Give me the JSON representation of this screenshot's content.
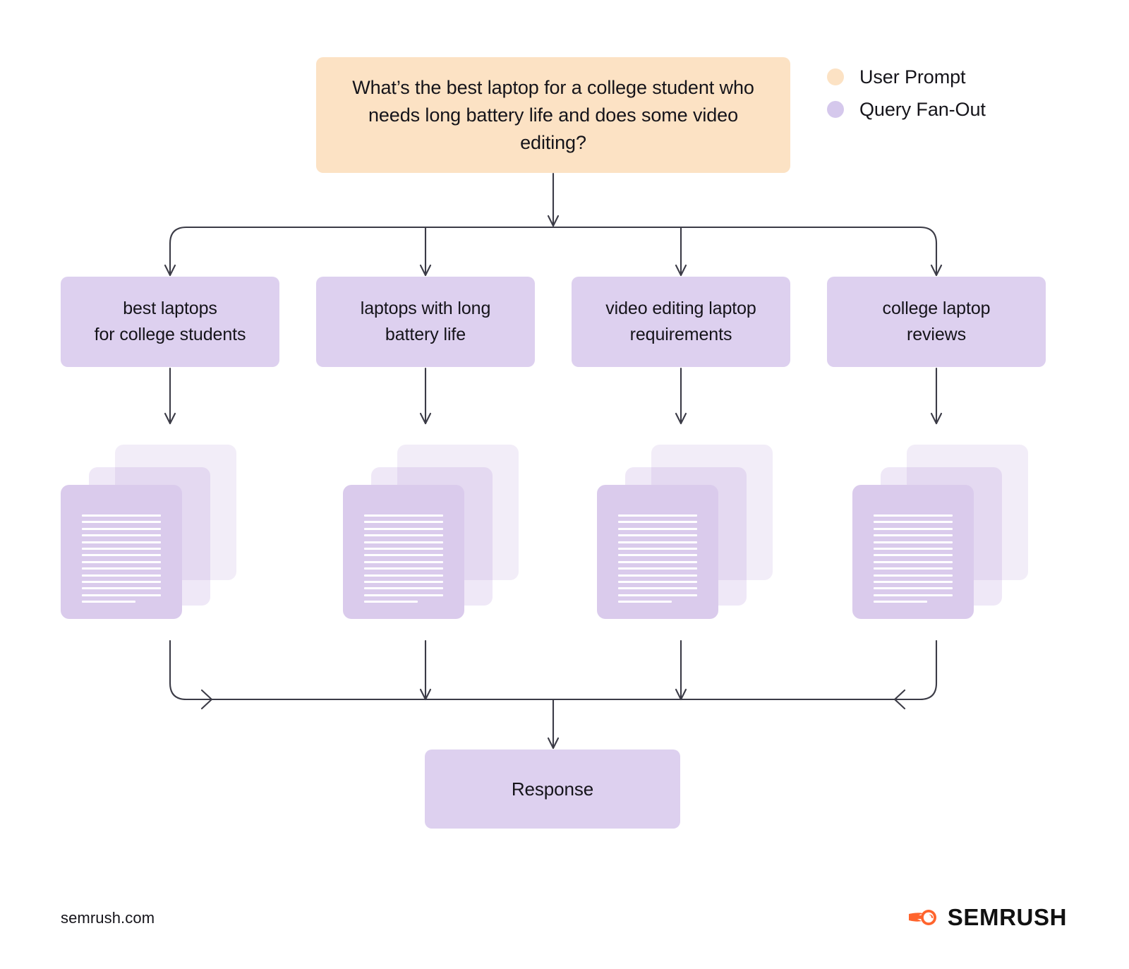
{
  "diagram": {
    "title": "Query Fan-Out diagram",
    "prompt": {
      "label": "user-prompt",
      "text": "What’s the best laptop for a college student who needs long battery life and does some video editing?",
      "color": "#FCE2C4"
    },
    "legend": {
      "items": [
        {
          "label": "User Prompt",
          "color": "#FCE2C4",
          "icon": "legend-dot-peach"
        },
        {
          "label": "Query Fan-Out",
          "color": "#D5C8EC",
          "icon": "legend-dot-purple"
        }
      ]
    },
    "fanout": {
      "color": "#DDD0EF",
      "queries": [
        {
          "line1": "best laptops",
          "line2": "for college students"
        },
        {
          "line1": "laptops with long",
          "line2": "battery life"
        },
        {
          "line1": "video editing laptop",
          "line2": "requirements"
        },
        {
          "line1": "college laptop",
          "line2": "reviews"
        }
      ]
    },
    "documents": {
      "stacks": 4,
      "cards_per_stack": 3,
      "text_lines_per_document": 14,
      "icon": "document-stack-icon",
      "front_color": "#DACBEC"
    },
    "response": {
      "label": "Response",
      "color": "#DDD0EF"
    },
    "connectors": {
      "color": "#3b3b46",
      "fan_out_arrows": 4,
      "merge_arrows": 4
    }
  },
  "footer": {
    "url": "semrush.com",
    "brand": "SEMRUSH",
    "brand_icon": "semrush-logo-icon",
    "brand_color": "#FF642D"
  }
}
